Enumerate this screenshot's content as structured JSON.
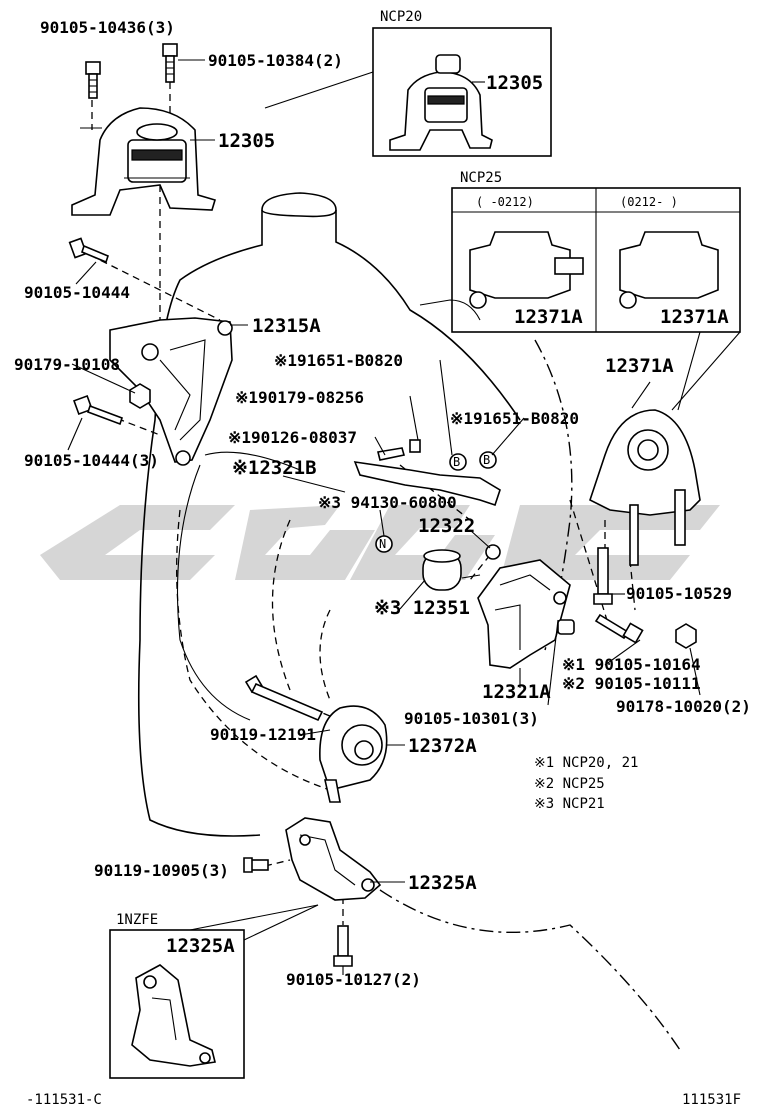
{
  "labels": {
    "bolt_top_left": "90105-10436(3)",
    "bolt_top_mid": "90105-10384(2)",
    "mount_top": "12305",
    "ncp20_title": "NCP20",
    "ncp20_part": "12305",
    "ncp25_title": "NCP25",
    "ncp25_col1": "(      -0212)",
    "ncp25_col2": "(0212-      )",
    "ncp25_part1": "12371A",
    "ncp25_part2": "12371A",
    "bolt_90105_10444": "90105-10444",
    "bracket_12315A": "12315A",
    "nut_90179_10108": "90179-10108",
    "bolt_90105_10444_3": "90105-10444(3)",
    "ref_191651_top": "※191651-B0820",
    "ref_190179": "※190179-08256",
    "ref_191651_right": "※191651-B0820",
    "ref_190126": "※190126-08037",
    "ref_12321B": "※12321B",
    "ref_94130": "※3 94130-60800",
    "part_12322": "12322",
    "part_12351": "※3 12351",
    "part_12371A": "12371A",
    "bolt_90105_10529": "90105-10529",
    "bracket_12321A": "12321A",
    "ref_90105_10164": "※1 90105-10164",
    "ref_90105_10111": "※2 90105-10111",
    "nut_90178_10020": "90178-10020(2)",
    "bolt_90105_10301": "90105-10301(3)",
    "bolt_90119_12191": "90119-12191",
    "mount_12372A": "12372A",
    "note1": "※1  NCP20, 21",
    "note2": "※2  NCP25",
    "note3": "※3  NCP21",
    "bolt_90119_10905": "90119-10905(3)",
    "bracket_12325A": "12325A",
    "inzfe_title": "1NZFE",
    "inzfe_part": "12325A",
    "bolt_90105_10127": "90105-10127(2)",
    "footer_left": "-111531-C",
    "footer_right": "111531F",
    "circle_B1": "B",
    "circle_B2": "B",
    "circle_N": "N"
  }
}
